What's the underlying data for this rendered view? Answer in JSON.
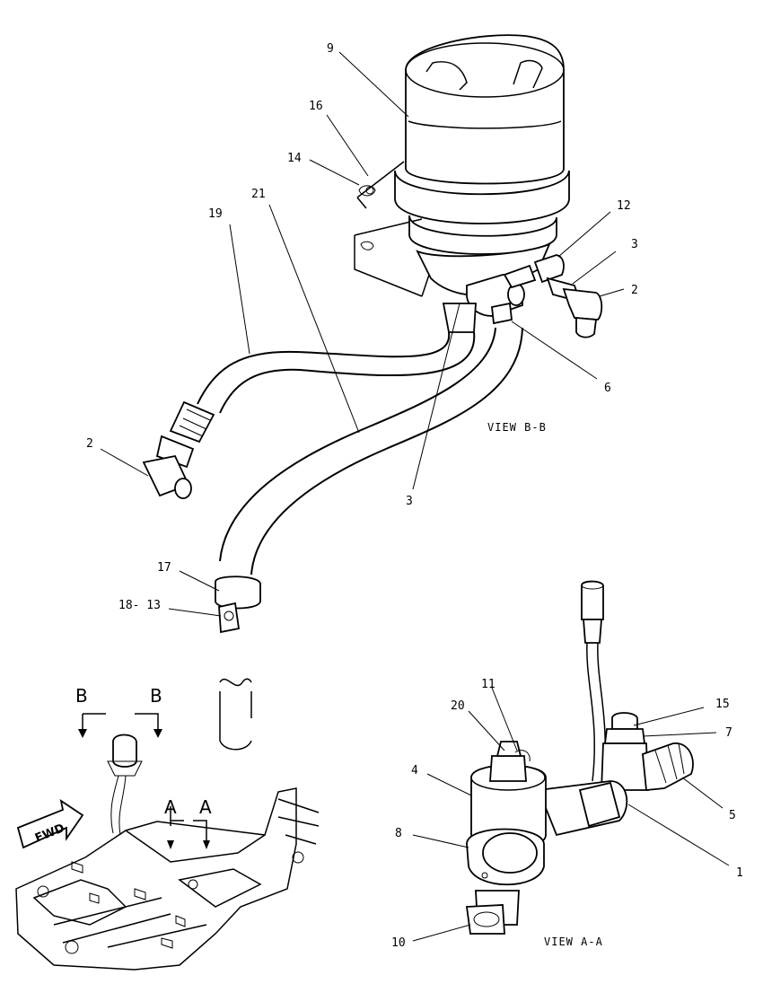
{
  "view_labels": {
    "view_bb": "VIEW B-B",
    "view_aa": "VIEW A-A"
  },
  "section_markers": {
    "b_left": "B",
    "b_right": "B",
    "a_left": "A",
    "a_right": "A"
  },
  "fwd_label": "FWD",
  "callouts": {
    "c9": "9",
    "c16": "16",
    "c14": "14",
    "c21": "21",
    "c19": "19",
    "c12": "12",
    "c3_top": "3",
    "c2_right": "2",
    "c6": "6",
    "c2_left": "2",
    "c3_bottom": "3",
    "c17": "17",
    "c18_13": "18- 13",
    "c11": "11",
    "c20": "20",
    "c15": "15",
    "c7": "7",
    "c4": "4",
    "c8": "8",
    "c5": "5",
    "c1": "1",
    "c10": "10"
  }
}
